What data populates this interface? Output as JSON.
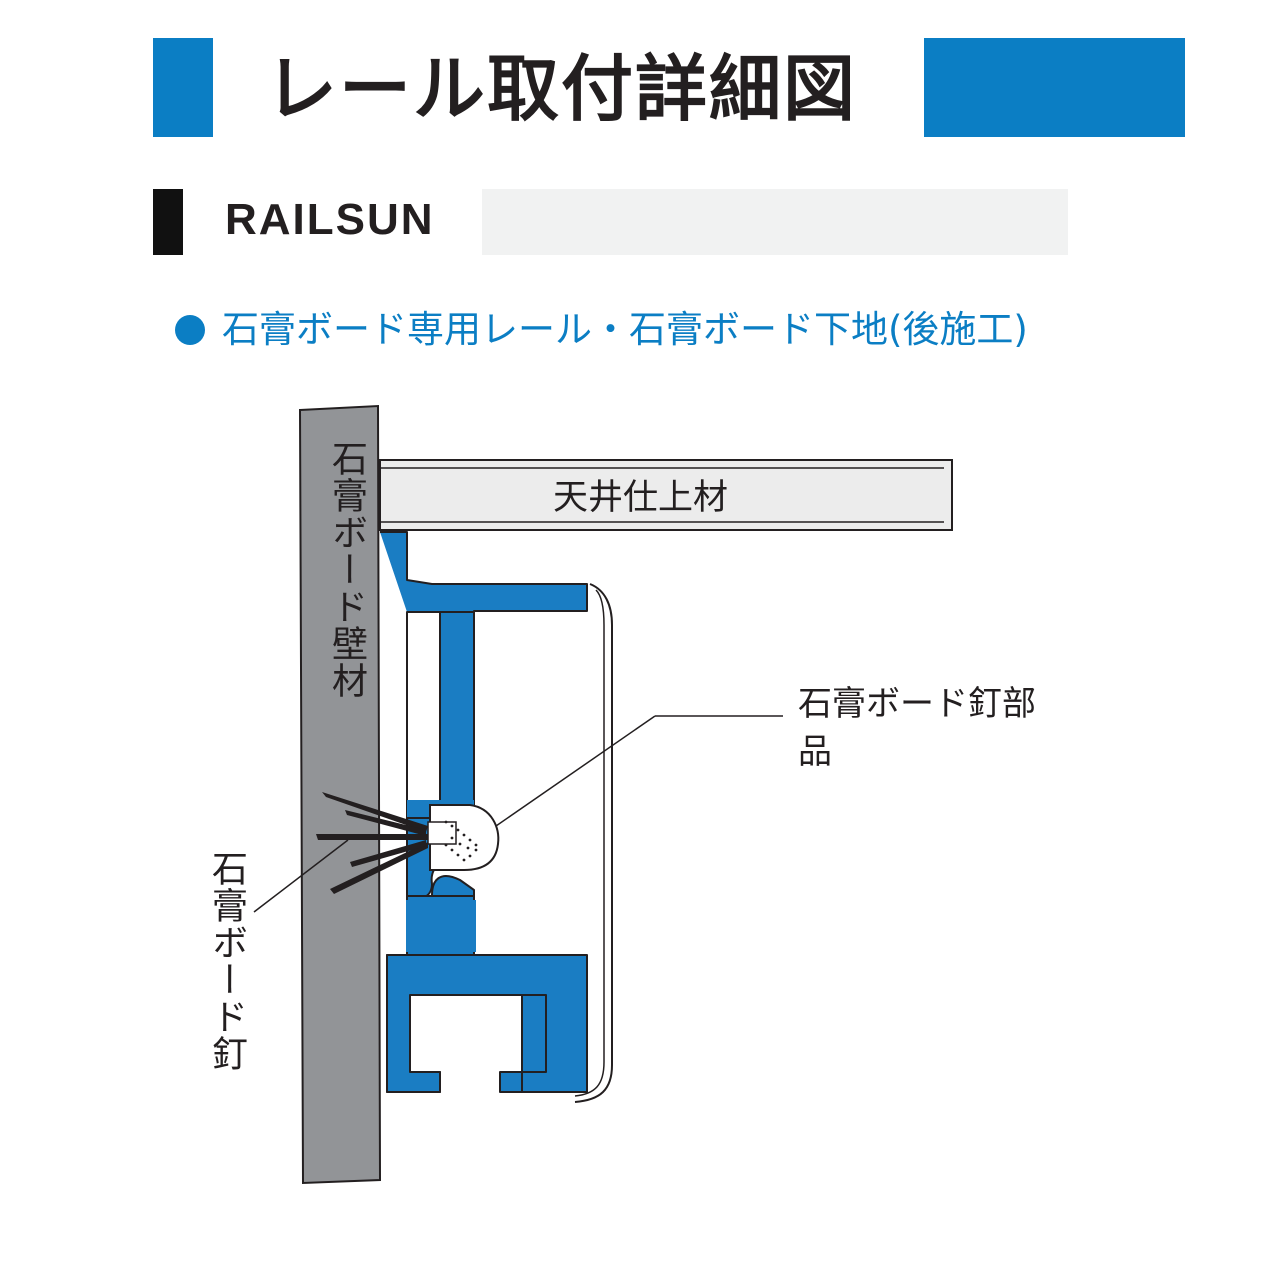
{
  "header": {
    "title": "レール取付詳細図",
    "accent_color": "#0b7ec4"
  },
  "brand": {
    "name": "RAILSUN"
  },
  "section": {
    "bullet_icon": "filled-circle",
    "subtitle": "石膏ボード専用レール・石膏ボード下地(後施工)"
  },
  "diagram": {
    "labels": {
      "wall": "石膏ボード壁材",
      "ceiling": "天井仕上材",
      "part": "石膏ボード釘部品",
      "nail": "石膏ボード釘"
    },
    "colors": {
      "rail": "#1a7dc3",
      "wall": "#929497",
      "ceiling": "#ececec",
      "outline": "#231f20"
    }
  }
}
